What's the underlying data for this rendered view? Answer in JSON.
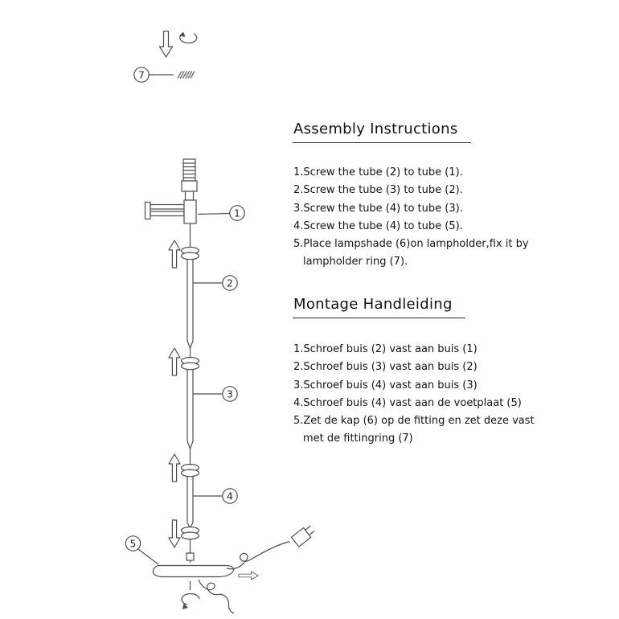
{
  "ink": {
    "line": "#4d4d4d",
    "text": "#111111"
  },
  "diagram": {
    "callouts": {
      "c1": "1",
      "c2": "2",
      "c3": "3",
      "c4": "4",
      "c5": "5",
      "c7": "7"
    }
  },
  "assembly": {
    "title": "Assembly Instructions",
    "lines": [
      "1.Screw the tube (2) to tube (1).",
      "2.Screw the tube (3) to tube (2).",
      "3.Screw the tube (4) to tube (3).",
      "4.Screw the tube (4) to tube (5).",
      "5.Place lampshade (6)on lampholder,fix it by",
      "lampholder ring (7)."
    ]
  },
  "montage": {
    "title": "Montage Handleiding",
    "lines": [
      "1.Schroef buis (2) vast aan buis (1)",
      "2.Schroef buis (3) vast aan buis (2)",
      "3.Schroef buis (4) vast aan buis (3)",
      "4.Schroef buis (4) vast aan de voetplaat (5)",
      "5.Zet de kap (6) op de fitting en zet deze vast",
      "met de fittingring (7)"
    ]
  }
}
